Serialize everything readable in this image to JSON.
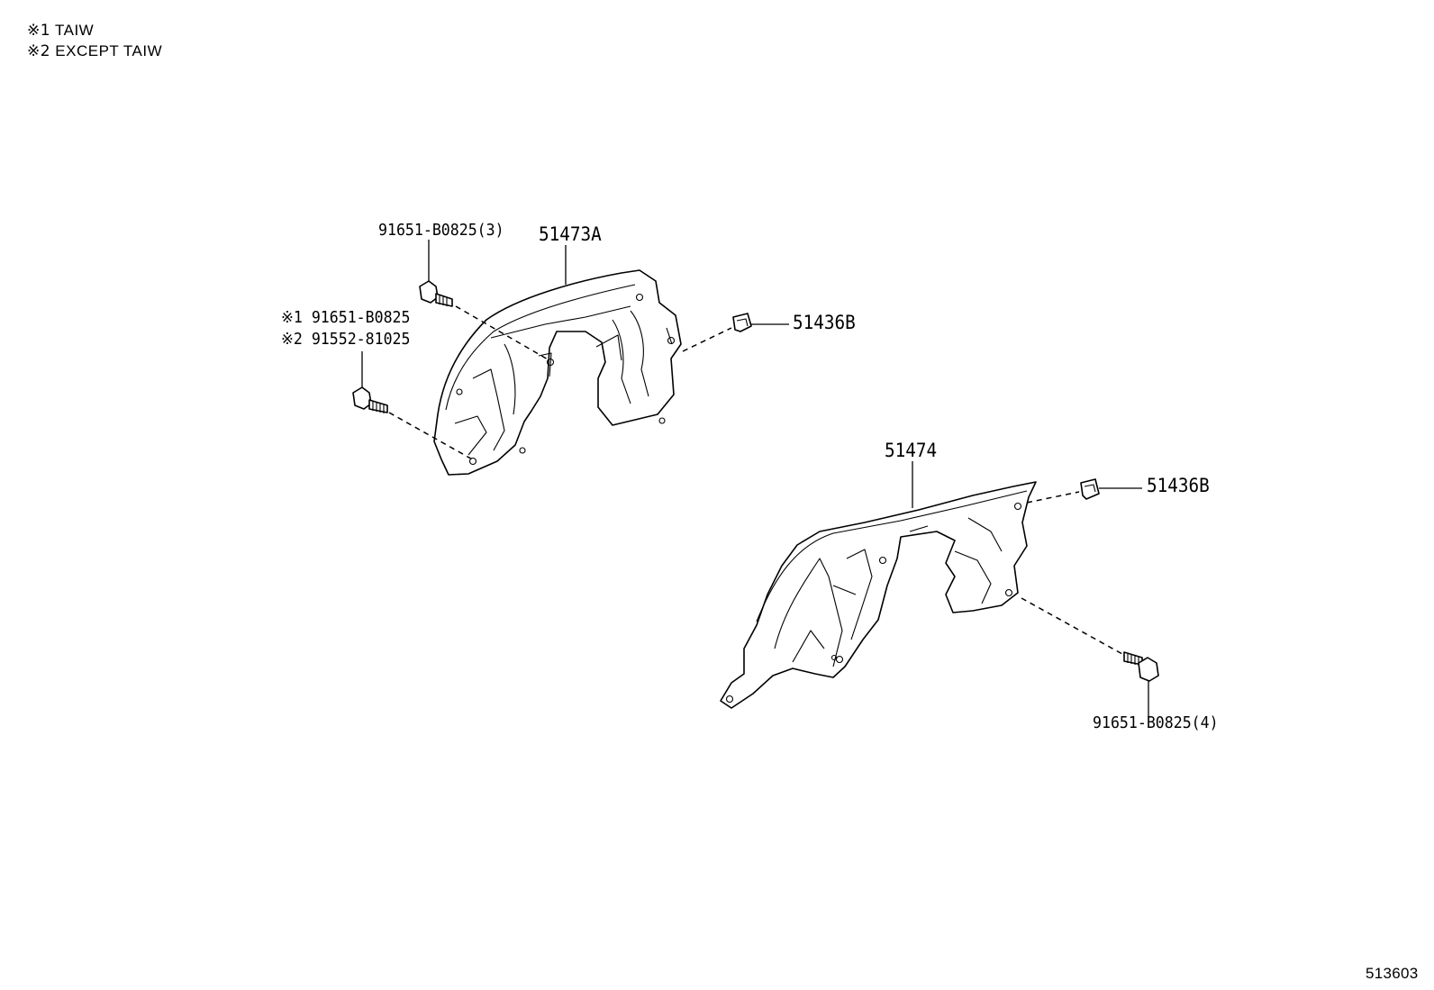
{
  "notes": [
    {
      "mark": "※1",
      "text": "TAIW"
    },
    {
      "mark": "※2",
      "text": "EXCEPT TAIW"
    }
  ],
  "callouts": {
    "bolt_top_left": "91651-B0825(3)",
    "shield_left": "51473A",
    "alt_bolt_1_mark": "※1",
    "alt_bolt_1": "91651-B0825",
    "alt_bolt_2_mark": "※2",
    "alt_bolt_2": "91552-81025",
    "clip_upper": "51436B",
    "shield_right": "51474",
    "clip_lower": "51436B",
    "bolt_bottom_right": "91651-B0825(4)"
  },
  "diagram_code": "513603"
}
